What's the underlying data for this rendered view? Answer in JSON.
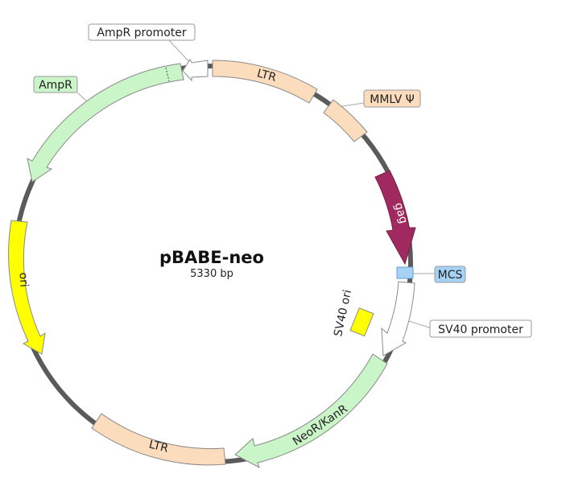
{
  "plasmid": {
    "name": "pBABE-neo",
    "size": "5330 bp"
  },
  "features": {
    "ltr_top": "LTR",
    "ltr_bottom": "LTR",
    "gag": "gag",
    "ori": "ori",
    "neo": "NeoR/KanR",
    "sv40_ori": "SV40 ori"
  },
  "callouts": {
    "ampr_promoter": "AmpR promoter",
    "ampr": "AmpR",
    "mmlv": "MMLV Ψ",
    "mcs": "MCS",
    "sv40_promoter": "SV40 promoter"
  },
  "colors": {
    "backbone": "#5a5a5a",
    "ltr": "#fbdcbc",
    "ampr": "#c9f5c8",
    "gag": "#a02a60",
    "ori": "#ffff00",
    "mcs": "#a6d2f5",
    "promoter": "#ffffff",
    "outline": "#8a8a8a"
  }
}
